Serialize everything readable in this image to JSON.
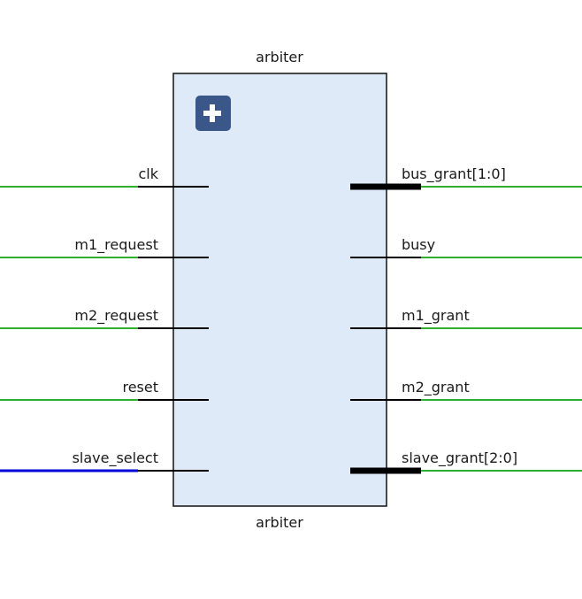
{
  "block": {
    "title_top": "arbiter",
    "title_bottom": "arbiter",
    "expand_symbol": "+"
  },
  "inputs": [
    {
      "name": "clk",
      "bus": false
    },
    {
      "name": "m1_request",
      "bus": false
    },
    {
      "name": "m2_request",
      "bus": false
    },
    {
      "name": "reset",
      "bus": false
    },
    {
      "name": "slave_select",
      "bus": true
    }
  ],
  "outputs": [
    {
      "name": "bus_grant[1:0]",
      "bus": true
    },
    {
      "name": "busy",
      "bus": false
    },
    {
      "name": "m1_grant",
      "bus": false
    },
    {
      "name": "m2_grant",
      "bus": false
    },
    {
      "name": "slave_grant[2:0]",
      "bus": true
    }
  ],
  "colors": {
    "block_fill": "#deeaf8",
    "block_stroke": "#111111",
    "pin": "#000000",
    "net_scalar": "#2fae2f",
    "net_bus": "#0000d8",
    "expand_button": "#3b5688",
    "expand_glyph": "#ffffff"
  }
}
